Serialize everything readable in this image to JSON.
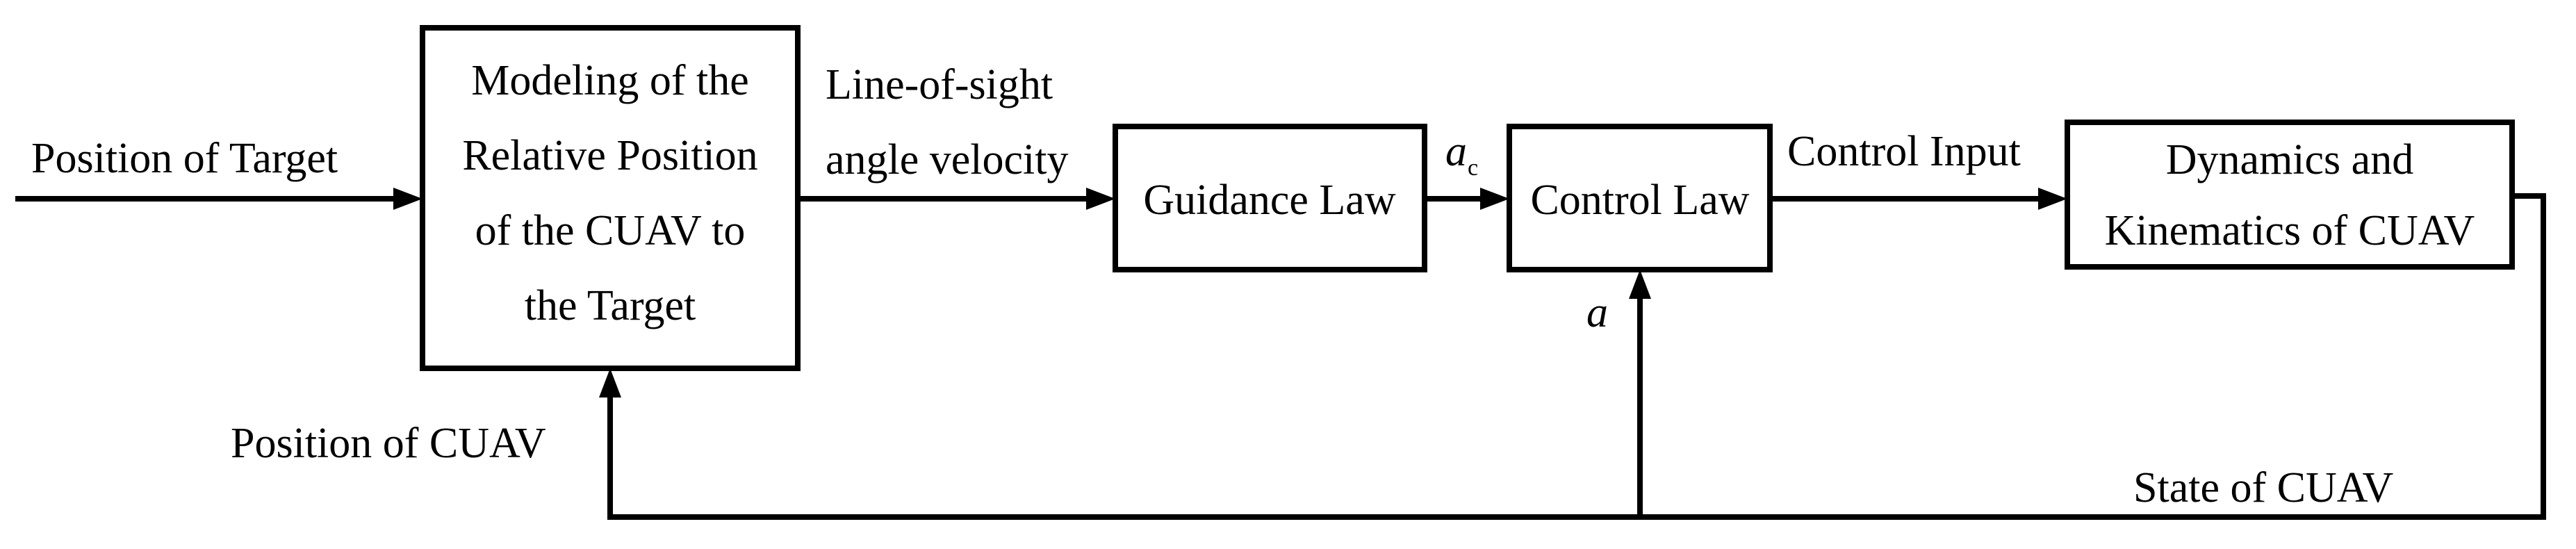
{
  "inputs": {
    "position_of_target": "Position of Target"
  },
  "blocks": {
    "modeling": {
      "lines": [
        "Modeling of the",
        "Relative Position",
        "of the CUAV to",
        "the Target"
      ]
    },
    "guidance": {
      "label": "Guidance Law"
    },
    "control": {
      "label": "Control Law"
    },
    "dynamics": {
      "lines": [
        "Dynamics and",
        "Kinematics of CUAV"
      ]
    }
  },
  "signals": {
    "los": {
      "lines": [
        "Line-of-sight",
        "angle velocity"
      ]
    },
    "ac": {
      "symbol": "a",
      "subscript": "c"
    },
    "a": {
      "symbol": "a"
    },
    "control_input": "Control Input",
    "state": "State of CUAV",
    "position_of_cuav": "Position of CUAV"
  }
}
